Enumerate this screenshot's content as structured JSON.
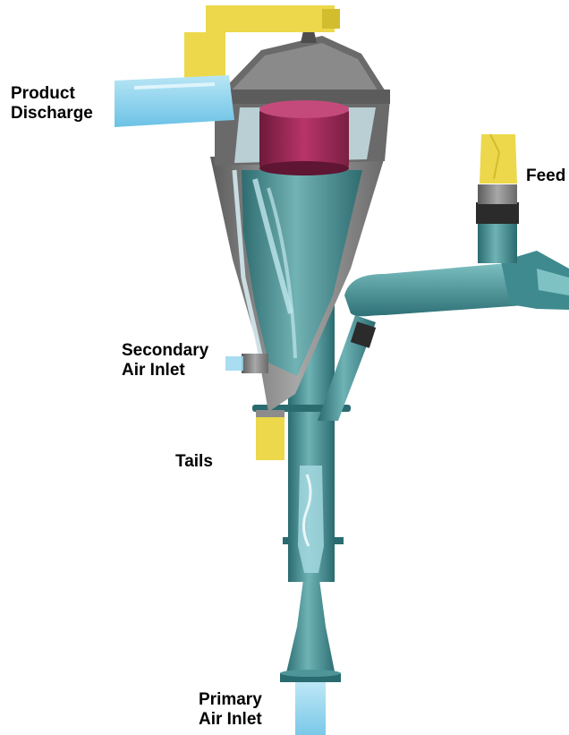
{
  "labels": {
    "product_discharge": [
      "Product",
      "Discharge"
    ],
    "feed": "Feed",
    "secondary_air_inlet": [
      "Secondary",
      "Air Inlet"
    ],
    "tails": "Tails",
    "primary_air_inlet": [
      "Primary",
      "Air Inlet"
    ]
  },
  "colors": {
    "teal_body": "#3f8a8e",
    "teal_dark": "#2a6b70",
    "teal_light": "#7fc2c4",
    "steel": "#8c8c8c",
    "steel_dark": "#5c5c5c",
    "yellow": "#ecd84a",
    "magenta": "#9c2a52",
    "airflow": "#9ad7ef"
  }
}
